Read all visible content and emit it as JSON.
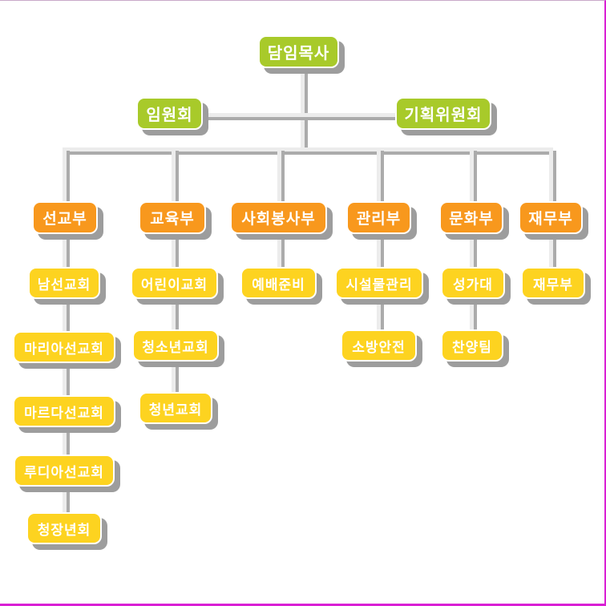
{
  "palette": {
    "background": "#ffffff",
    "green_box": "#a8ca2a",
    "orange_box": "#f8981d",
    "yellow_box": "#fdd320",
    "box_shadow": "#9d9d9d",
    "connector_line": "#ececec",
    "connector_shadow": "#ababab",
    "frame_magenta": "#d91fd4",
    "text": "#ffffff"
  },
  "org_chart": {
    "root": {
      "label": "담임목사"
    },
    "committees": [
      {
        "label": "임원회"
      },
      {
        "label": "기획위원회"
      }
    ],
    "departments": [
      {
        "label": "선교부",
        "children": [
          "남선교회",
          "마리아선교회",
          "마르다선교회",
          "루디아선교회",
          "청장년회"
        ]
      },
      {
        "label": "교육부",
        "children": [
          "어린이교회",
          "청소년교회",
          "청년교회"
        ]
      },
      {
        "label": "사회봉사부",
        "children": [
          "예배준비"
        ]
      },
      {
        "label": "관리부",
        "children": [
          "시설물관리",
          "소방안전"
        ]
      },
      {
        "label": "문화부",
        "children": [
          "성가대",
          "찬양팀"
        ]
      },
      {
        "label": "재무부",
        "children": [
          "재무부"
        ]
      }
    ]
  }
}
